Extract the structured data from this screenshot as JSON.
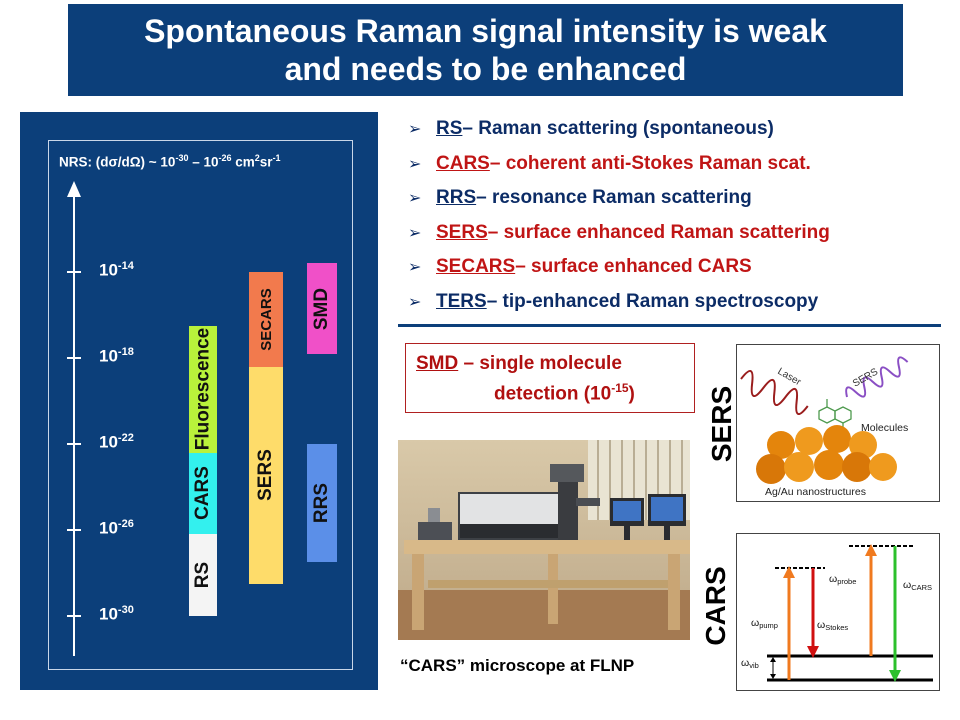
{
  "title": {
    "line1": "Spontaneous Raman signal intensity is weak",
    "line2": "and needs to be enhanced"
  },
  "scale_panel": {
    "axis_label_prefix": "NRS: (dσ/dΩ) ~ 10",
    "axis_label_exp1": "-30",
    "axis_label_mid": " – 10",
    "axis_label_exp2": "-26",
    "axis_label_unit": " cm",
    "axis_label_unit_exp": "2",
    "axis_label_unit2": "sr",
    "axis_label_unit2_exp": "-1",
    "tick_base": "10",
    "ticks": [
      "-14",
      "-18",
      "-22",
      "-26",
      "-30"
    ],
    "bars": [
      {
        "label": "Fluorescence",
        "color": "#b9f23b",
        "from": -16.5,
        "to": -22.4
      },
      {
        "label": "CARS",
        "color": "#33f0ee",
        "from": -22.4,
        "to": -26.2
      },
      {
        "label": "RS",
        "color": "#f4f4f4",
        "from": -26.2,
        "to": -30.0
      },
      {
        "label": "SECARS",
        "color": "#f27a4d",
        "from": -14.0,
        "to": -18.4
      },
      {
        "label": "SERS",
        "color": "#fedc6a",
        "from": -18.4,
        "to": -28.5
      },
      {
        "label": "SMD",
        "color": "#f050c8",
        "from": -13.6,
        "to": -17.8
      },
      {
        "label": "RRS",
        "color": "#5b8fe8",
        "from": -22.0,
        "to": -27.5
      }
    ],
    "colors": {
      "panel": "#0c3f7a",
      "axis": "#ffffff"
    }
  },
  "abbreviations": [
    {
      "abbr": "RS",
      "text": " – Raman scattering (spontaneous)",
      "color": "#0c2c66"
    },
    {
      "abbr": "CARS",
      "text": " – coherent anti-Stokes Raman scat.",
      "color": "#c01515"
    },
    {
      "abbr": "RRS",
      "text": " – resonance Raman scattering",
      "color": "#0c2c66"
    },
    {
      "abbr": "SERS",
      "text": " – surface enhanced Raman scattering",
      "color": "#c01515"
    },
    {
      "abbr": "SECARS",
      "text": " – surface enhanced CARS",
      "color": "#c01515"
    },
    {
      "abbr": "TERS",
      "text": " – tip-enhanced Raman spectroscopy",
      "color": "#0c2c66"
    }
  ],
  "bullet_glyph": "➢",
  "smd_box": {
    "abbr": "SMD",
    "line1_rest": " – single molecule",
    "line2_prefix": "detection (10",
    "line2_exp": "-15",
    "line2_suffix": ")"
  },
  "photo_caption": "“CARS” microscope at FLNP",
  "sers_diagram": {
    "title": "SERS",
    "laser_label": "Laser",
    "sers_label": "SERS",
    "molecules_label": "Molecules",
    "substrate_label": "Ag/Au nanostructures"
  },
  "cars_diagram": {
    "title": "CARS",
    "pump_label": "ω",
    "pump_sub": "pump",
    "stokes_label": "ω",
    "stokes_sub": "Stokes",
    "probe_label": "ω",
    "probe_sub": "probe",
    "cars_label": "ω",
    "cars_sub": "CARS",
    "vib_label": "ω",
    "vib_sub": "vib"
  }
}
